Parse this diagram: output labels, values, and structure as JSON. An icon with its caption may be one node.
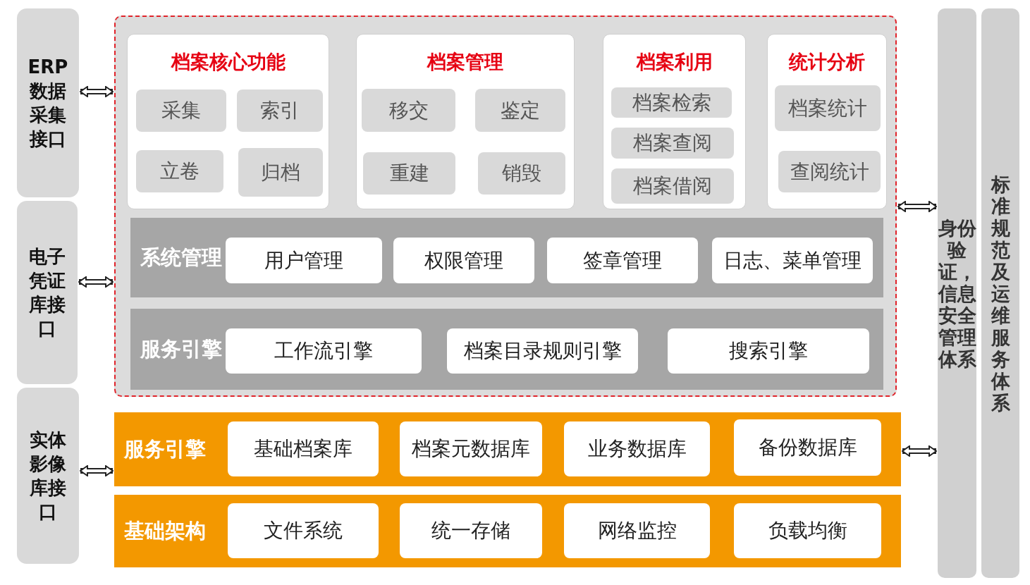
{
  "diagram": {
    "nodes": [
      {
        "text": [
          "ERP数据采集接口"
        ]
      },
      {
        "text": [
          "电子凭证库接口"
        ]
      },
      {
        "text": [
          "实体影像库接口"
        ]
      },
      {
        "text": [],
        "shape": "box"
      },
      {
        "text": [
          "档案核心功能"
        ],
        "in": 3
      },
      {
        "text": [
          "采集"
        ],
        "in": 4
      },
      {
        "text": [
          "索引"
        ],
        "in": 4
      },
      {
        "text": [
          "立卷"
        ],
        "in": 4
      },
      {
        "text": [
          "归档"
        ],
        "in": 4
      },
      {
        "text": [
          "档案管理"
        ],
        "in": 3
      },
      {
        "text": [
          "移交"
        ],
        "in": 9
      },
      {
        "text": [
          "鉴定"
        ],
        "in": 9
      },
      {
        "text": [
          "重建"
        ],
        "in": 9
      },
      {
        "text": [
          "销毁"
        ],
        "in": 9
      },
      {
        "text": [
          "档案利用"
        ],
        "in": 3
      },
      {
        "text": [
          "档案检索"
        ],
        "in": 14
      },
      {
        "text": [
          "档案查阅"
        ],
        "in": 14
      },
      {
        "text": [
          "档案借阅"
        ],
        "in": 14
      },
      {
        "text": [
          "统计分析"
        ],
        "in": 3
      },
      {
        "text": [
          "档案统计"
        ],
        "in": 18
      },
      {
        "text": [
          "查阅统计"
        ],
        "in": 18
      },
      {
        "text": [
          "系统管理"
        ],
        "in": 3
      },
      {
        "text": [
          "用户管理"
        ],
        "in": 21
      },
      {
        "text": [
          "权限管理"
        ],
        "in": 21
      },
      {
        "text": [
          "签章管理"
        ],
        "in": 21
      },
      {
        "text": [
          "日志、菜单管理"
        ],
        "in": 21
      },
      {
        "text": [
          "服务引擎"
        ],
        "in": 3
      },
      {
        "text": [
          "工作流引擎"
        ],
        "in": 26
      },
      {
        "text": [
          "档案目录规则引擎"
        ],
        "in": 26
      },
      {
        "text": [
          "搜索引擎"
        ],
        "in": 26
      },
      {
        "text": [
          "服务引擎"
        ]
      },
      {
        "text": [
          "基础档案库"
        ],
        "in": 30
      },
      {
        "text": [
          "档案元数据库"
        ],
        "in": 30
      },
      {
        "text": [
          "业务数据库"
        ],
        "in": 30
      },
      {
        "text": [
          "备份数据库"
        ],
        "in": 30
      },
      {
        "text": [
          "基础架构"
        ]
      },
      {
        "text": [
          "文件系统"
        ],
        "in": 35
      },
      {
        "text": [
          "统一存储"
        ],
        "in": 35
      },
      {
        "text": [
          "网络监控"
        ],
        "in": 35
      },
      {
        "text": [
          "负载均衡"
        ],
        "in": 35
      },
      {
        "text": [
          "身份验证，信息安全管理体系"
        ]
      },
      {
        "text": [
          "标准规范及运维服务体系"
        ]
      }
    ],
    "edges": [
      {
        "from": 0,
        "to": 3,
        "arrow": "both"
      },
      {
        "from": 1,
        "to": 3,
        "arrow": "both"
      },
      {
        "from": 2,
        "to": 30,
        "arrow": "both"
      },
      {
        "from": 3,
        "to": 40,
        "arrow": "both"
      },
      {
        "from": 30,
        "to": 40,
        "arrow": "both"
      }
    ]
  }
}
